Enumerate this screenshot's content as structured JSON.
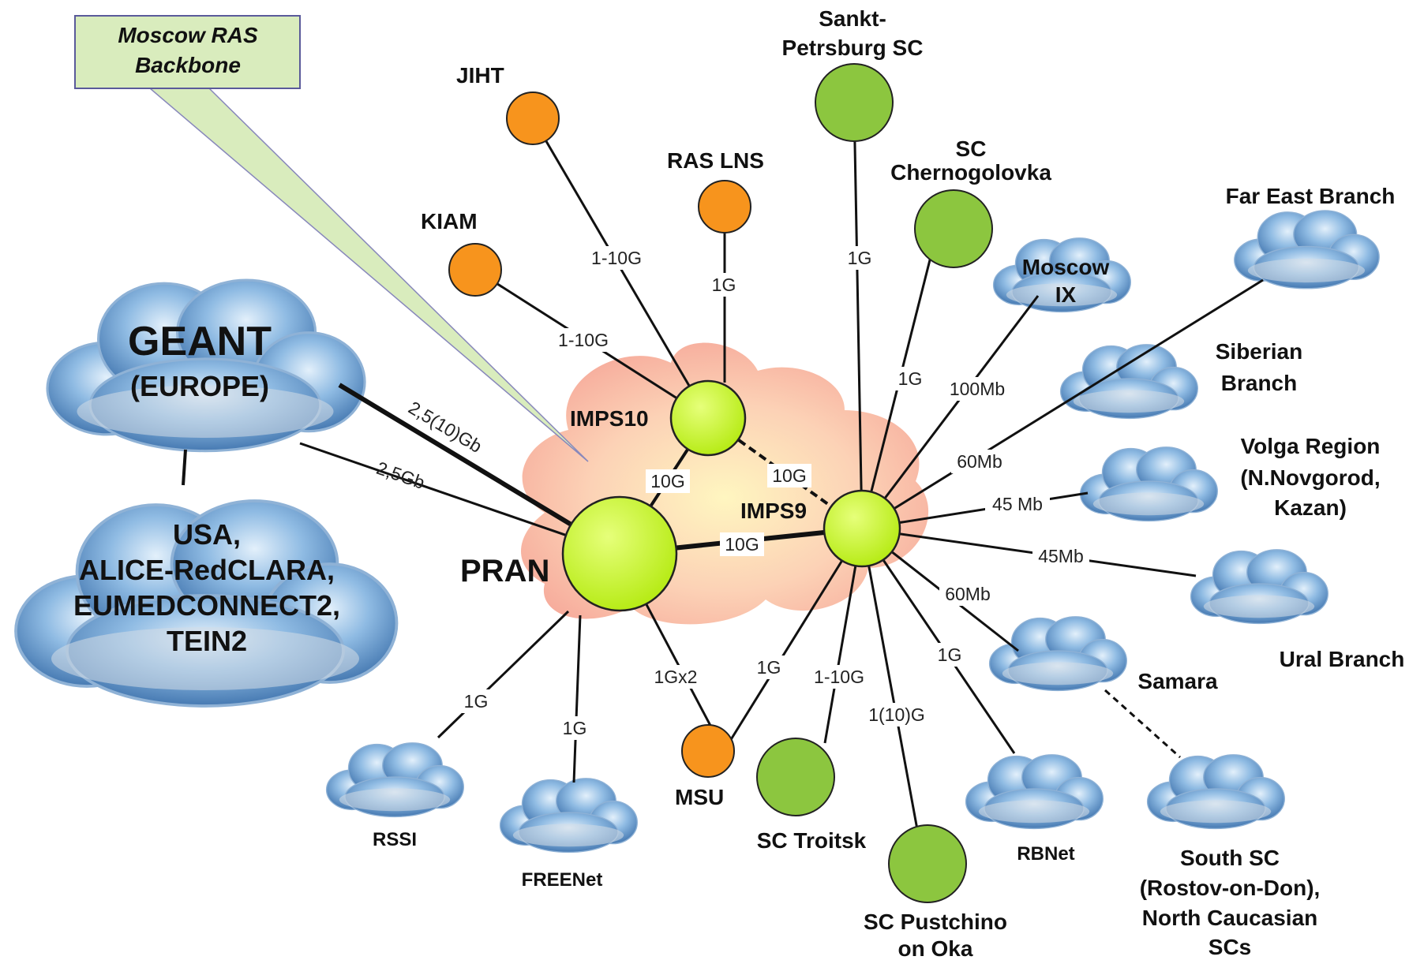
{
  "callout": {
    "line1": "Moscow RAS",
    "line2": "Backbone"
  },
  "hubs": {
    "pran": "PRAN",
    "imps10": "IMPS10",
    "imps9": "IMPS9"
  },
  "institutes": {
    "jiht": "JIHT",
    "kiam": "KIAM",
    "ras_lns": "RAS LNS",
    "msu": "MSU"
  },
  "science_centers": {
    "spb": [
      "Sankt-",
      "Petrsburg SC"
    ],
    "chernogolovka": [
      "SC",
      "Chernogolovka"
    ],
    "troitsk": "SC Troitsk",
    "pustchino": [
      "SC Pustchino",
      "on Oka"
    ]
  },
  "clouds": {
    "geant": [
      "GEANT",
      "(EUROPE)"
    ],
    "usa": [
      "USA,",
      "ALICE-RedCLARA,",
      "EUMEDCONNECT2,",
      "TEIN2"
    ],
    "moscow_ix": [
      "Moscow",
      "IX"
    ],
    "far_east": "Far East Branch",
    "siberian": [
      "Siberian",
      "Branch"
    ],
    "volga": [
      "Volga Region",
      "(N.Novgorod,",
      "Kazan)"
    ],
    "ural": "Ural Branch",
    "samara": "Samara",
    "south": [
      "South SC",
      "(Rostov-on-Don),",
      "North Caucasian",
      "SCs"
    ],
    "rbnet": "RBNet",
    "rssi": "RSSI",
    "freenet": "FREENet"
  },
  "links": {
    "jiht": "1-10G",
    "kiam": "1-10G",
    "ras_lns": "1G",
    "pran_imps10": "10G",
    "imps10_imps9": "10G",
    "pran_imps9": "10G",
    "geant": "2,5(10)Gb",
    "usa": "2,5Gb",
    "spb": "1G",
    "chernogolovka": "1G",
    "moscow_ix": "100Mb",
    "siberian": "60Mb",
    "volga": "45 Mb",
    "ural": "45Mb",
    "samara": "60Mb",
    "rbnet": "1G",
    "pustchino": "1(10)G",
    "troitsk": "1-10G",
    "msu_imps9": "1G",
    "msu_pran": "1Gx2",
    "freenet": "1G",
    "rssi": "1G"
  },
  "colors": {
    "hub_fill": "#c6f22c",
    "hub_fill_light": "#dcf85a",
    "institute_fill": "#f7941d",
    "sc_fill": "#8cc63f",
    "callout_fill": "#d9ecbd",
    "backbone_cloud": "#f7b9a9",
    "cloud_blue": "#6a9ccf"
  }
}
